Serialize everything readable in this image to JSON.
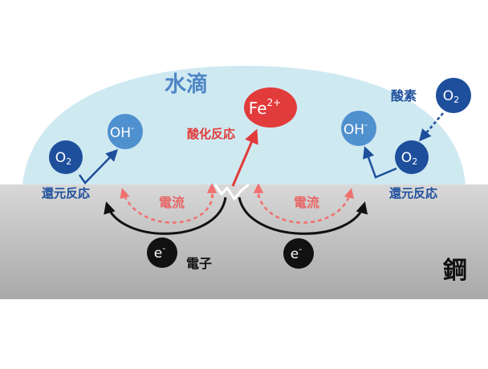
{
  "droplet": {
    "label": "水滴",
    "color": "#cfe9f1",
    "label_color": "#4f86c6"
  },
  "steel": {
    "label": "鋼",
    "color_top": "#d8d8d8",
    "color_bottom": "#a9a9a9"
  },
  "species": {
    "oxygen": "O",
    "oxygen_sub": "2",
    "hydroxide": "OH",
    "hydroxide_sup": "-",
    "iron_ion": "Fe",
    "iron_ion_sup": "2+",
    "electron": "e",
    "electron_sup": "-"
  },
  "labels": {
    "oxygen": "酸素",
    "oxidation": "酸化反応",
    "reduction_left": "還元反応",
    "reduction_right": "還元反応",
    "current_left": "電流",
    "current_right": "電流",
    "electron": "電子"
  },
  "colors": {
    "blue_dark": "#1e4f9c",
    "blue_light": "#4f90cf",
    "red": "#e23b3b",
    "current": "#f07070",
    "black": "#111111"
  }
}
